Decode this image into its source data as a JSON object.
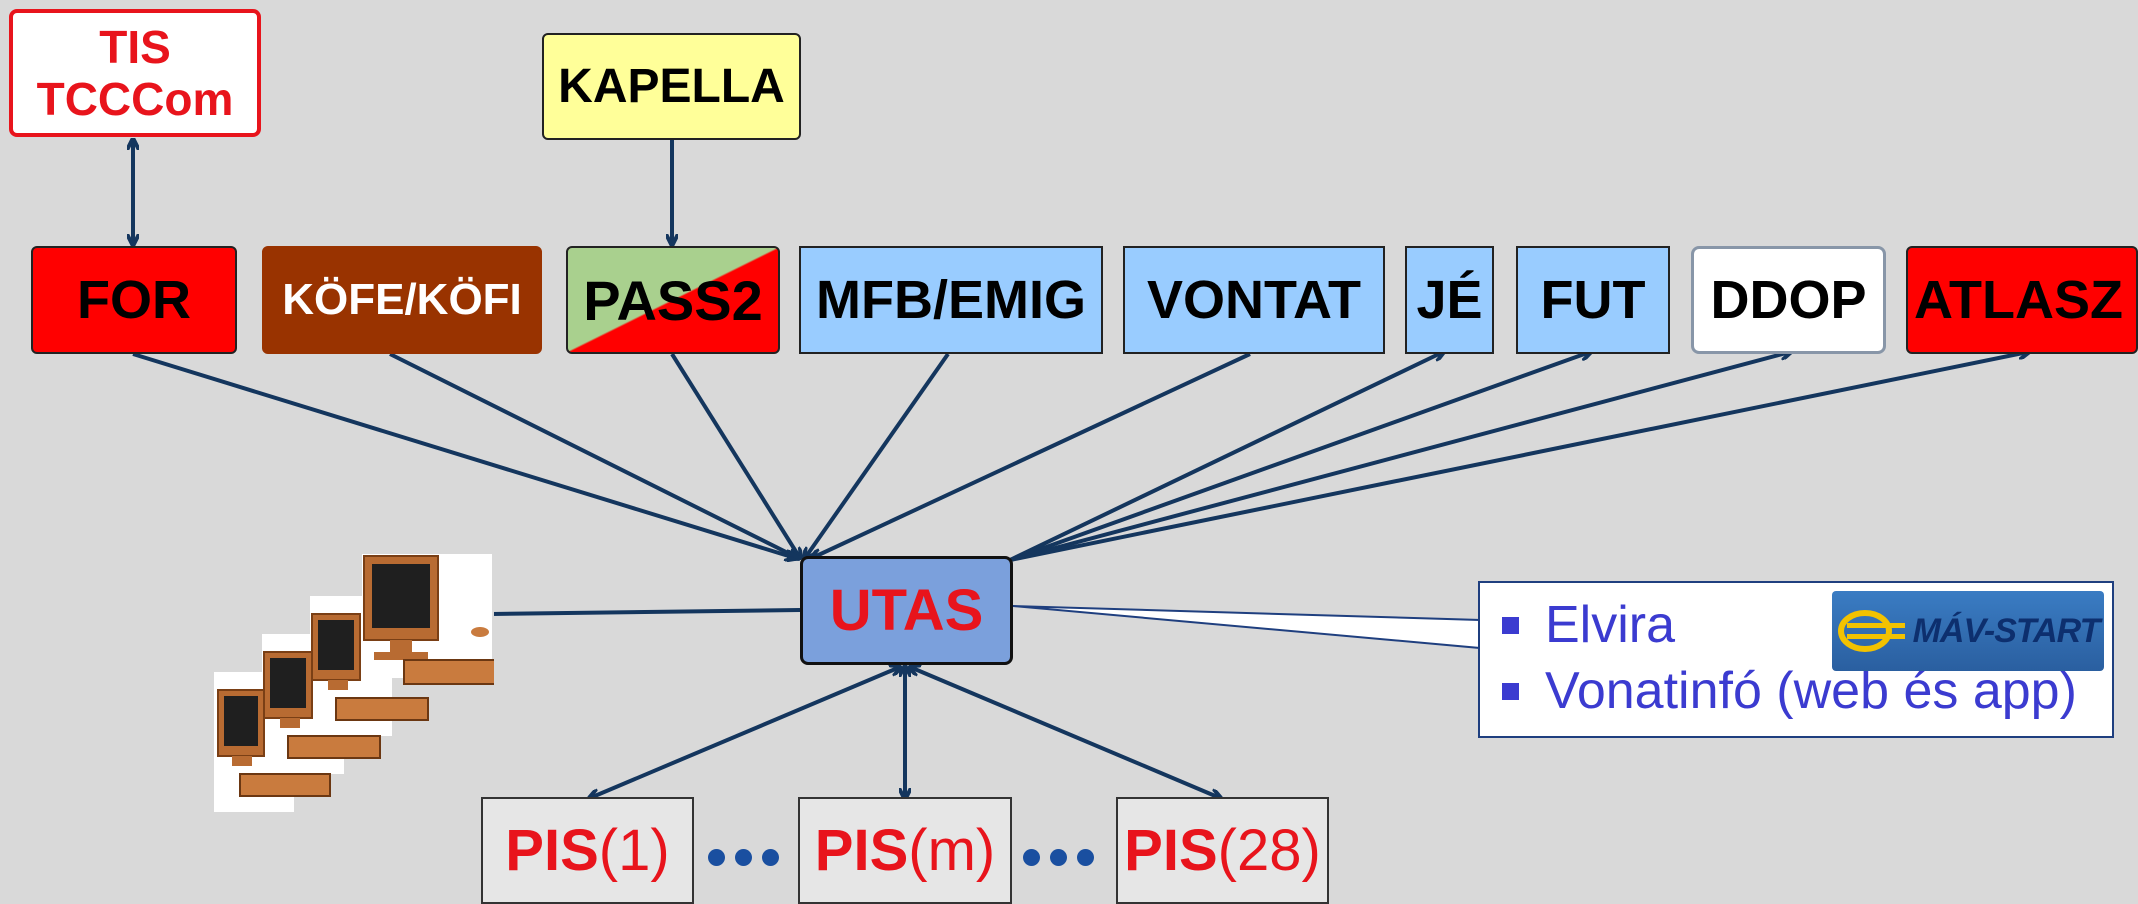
{
  "top": {
    "tis": {
      "line1": "TIS",
      "line2": "TCCCom"
    },
    "kapella": "KAPELLA"
  },
  "systems": {
    "for": "FOR",
    "kofe": "KÖFE/KÖFI",
    "pass2": "PASS2",
    "mfb": "MFB/EMIG",
    "vontat": "VONTAT",
    "je": "JÉ",
    "fut": "FUT",
    "ddop": "DDOP",
    "atlasz": "ATLASZ"
  },
  "center": {
    "utas": "UTAS"
  },
  "pis": [
    {
      "bold": "PIS",
      "num": "(1)"
    },
    {
      "bold": "PIS",
      "num": "(m)"
    },
    {
      "bold": "PIS",
      "num": "(28)"
    }
  ],
  "callout": {
    "items": [
      "Elvira",
      "Vonatinfó (web és app)"
    ],
    "logo_text": "MÁV-START"
  },
  "colors": {
    "arrow": "#14365e",
    "red": "#ff0000",
    "brown": "#993300",
    "light_blue": "#99ccff",
    "yellow": "#ffff99",
    "utas": "#7ba0dc",
    "text_red": "#e8141c"
  },
  "icons": [
    "computer-workstations-icon",
    "mav-start-logo-icon"
  ]
}
